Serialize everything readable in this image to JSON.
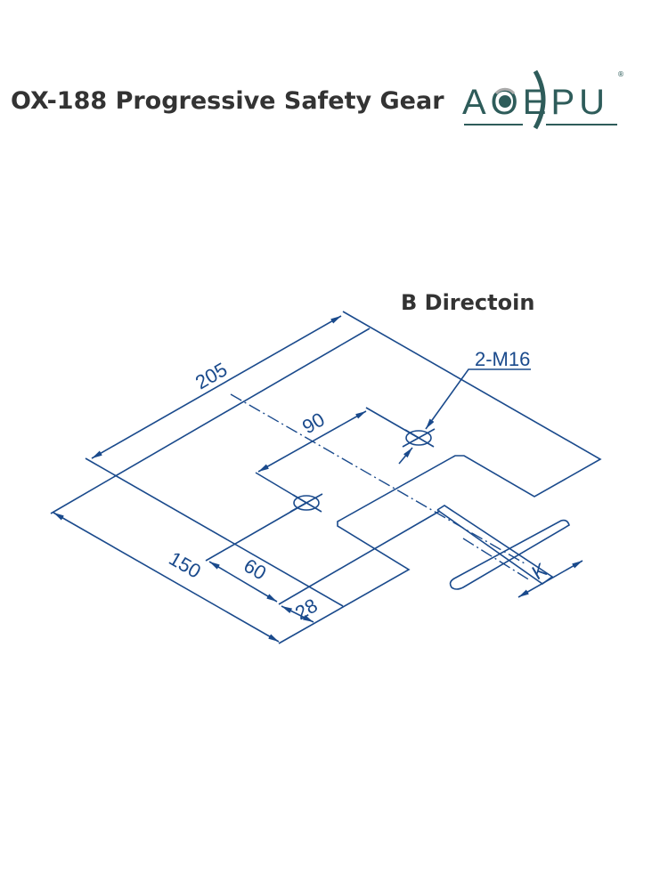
{
  "header": {
    "title": "OX-188 Progressive Safety Gear",
    "brand": "AOEPU"
  },
  "drawing": {
    "view_label": "B Directoin",
    "dimensions": {
      "d205": "205",
      "d90": "90",
      "d150": "150",
      "d60": "60",
      "d28": "28",
      "k": "K"
    },
    "hole_callout": "2-M16"
  },
  "colors": {
    "line": "#1a4a8c",
    "text": "#333333",
    "logo": "#2e5c5a"
  }
}
